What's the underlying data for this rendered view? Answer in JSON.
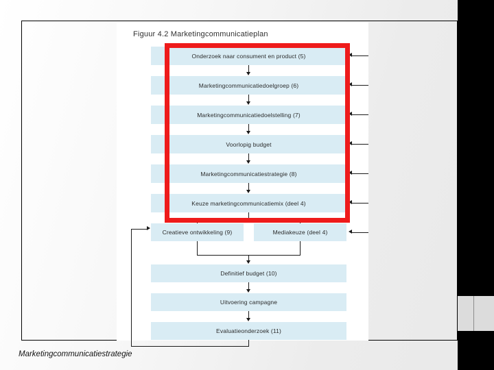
{
  "slide": {
    "footer_label": "Marketingcommunicatiestrategie",
    "background_color": "#f1f1f1",
    "band_color": "#000000",
    "band_block_color": "#dcdcdc"
  },
  "figure": {
    "title": "Figuur 4.2 Marketingcommunicatieplan",
    "box_fill_color": "#d9ecf4",
    "highlight_color": "#ee1b1b",
    "connector_color": "#1a1a1a",
    "canvas_color": "#ffffff",
    "steps": [
      {
        "label": "Onderzoek naar consument en product (5)",
        "highlighted": true
      },
      {
        "label": "Marketingcommunicatiedoelgroep (6)",
        "highlighted": true
      },
      {
        "label": "Marketingcommunicatiedoelstelling (7)",
        "highlighted": true
      },
      {
        "label": "Voorlopig budget",
        "highlighted": true
      },
      {
        "label": "Marketingcommunicatiestrategie (8)",
        "highlighted": true
      },
      {
        "label": "Keuze marketingcommunicatiemix (deel 4)",
        "highlighted": true
      }
    ],
    "branch_steps": [
      {
        "label": "Creatieve ontwikkeling (9)"
      },
      {
        "label": "Mediakeuze (deel 4)"
      }
    ],
    "tail_steps": [
      {
        "label": "Definitief budget (10)"
      },
      {
        "label": "Uitvoering campagne"
      },
      {
        "label": "Evaluatieonderzoek (11)"
      }
    ]
  }
}
